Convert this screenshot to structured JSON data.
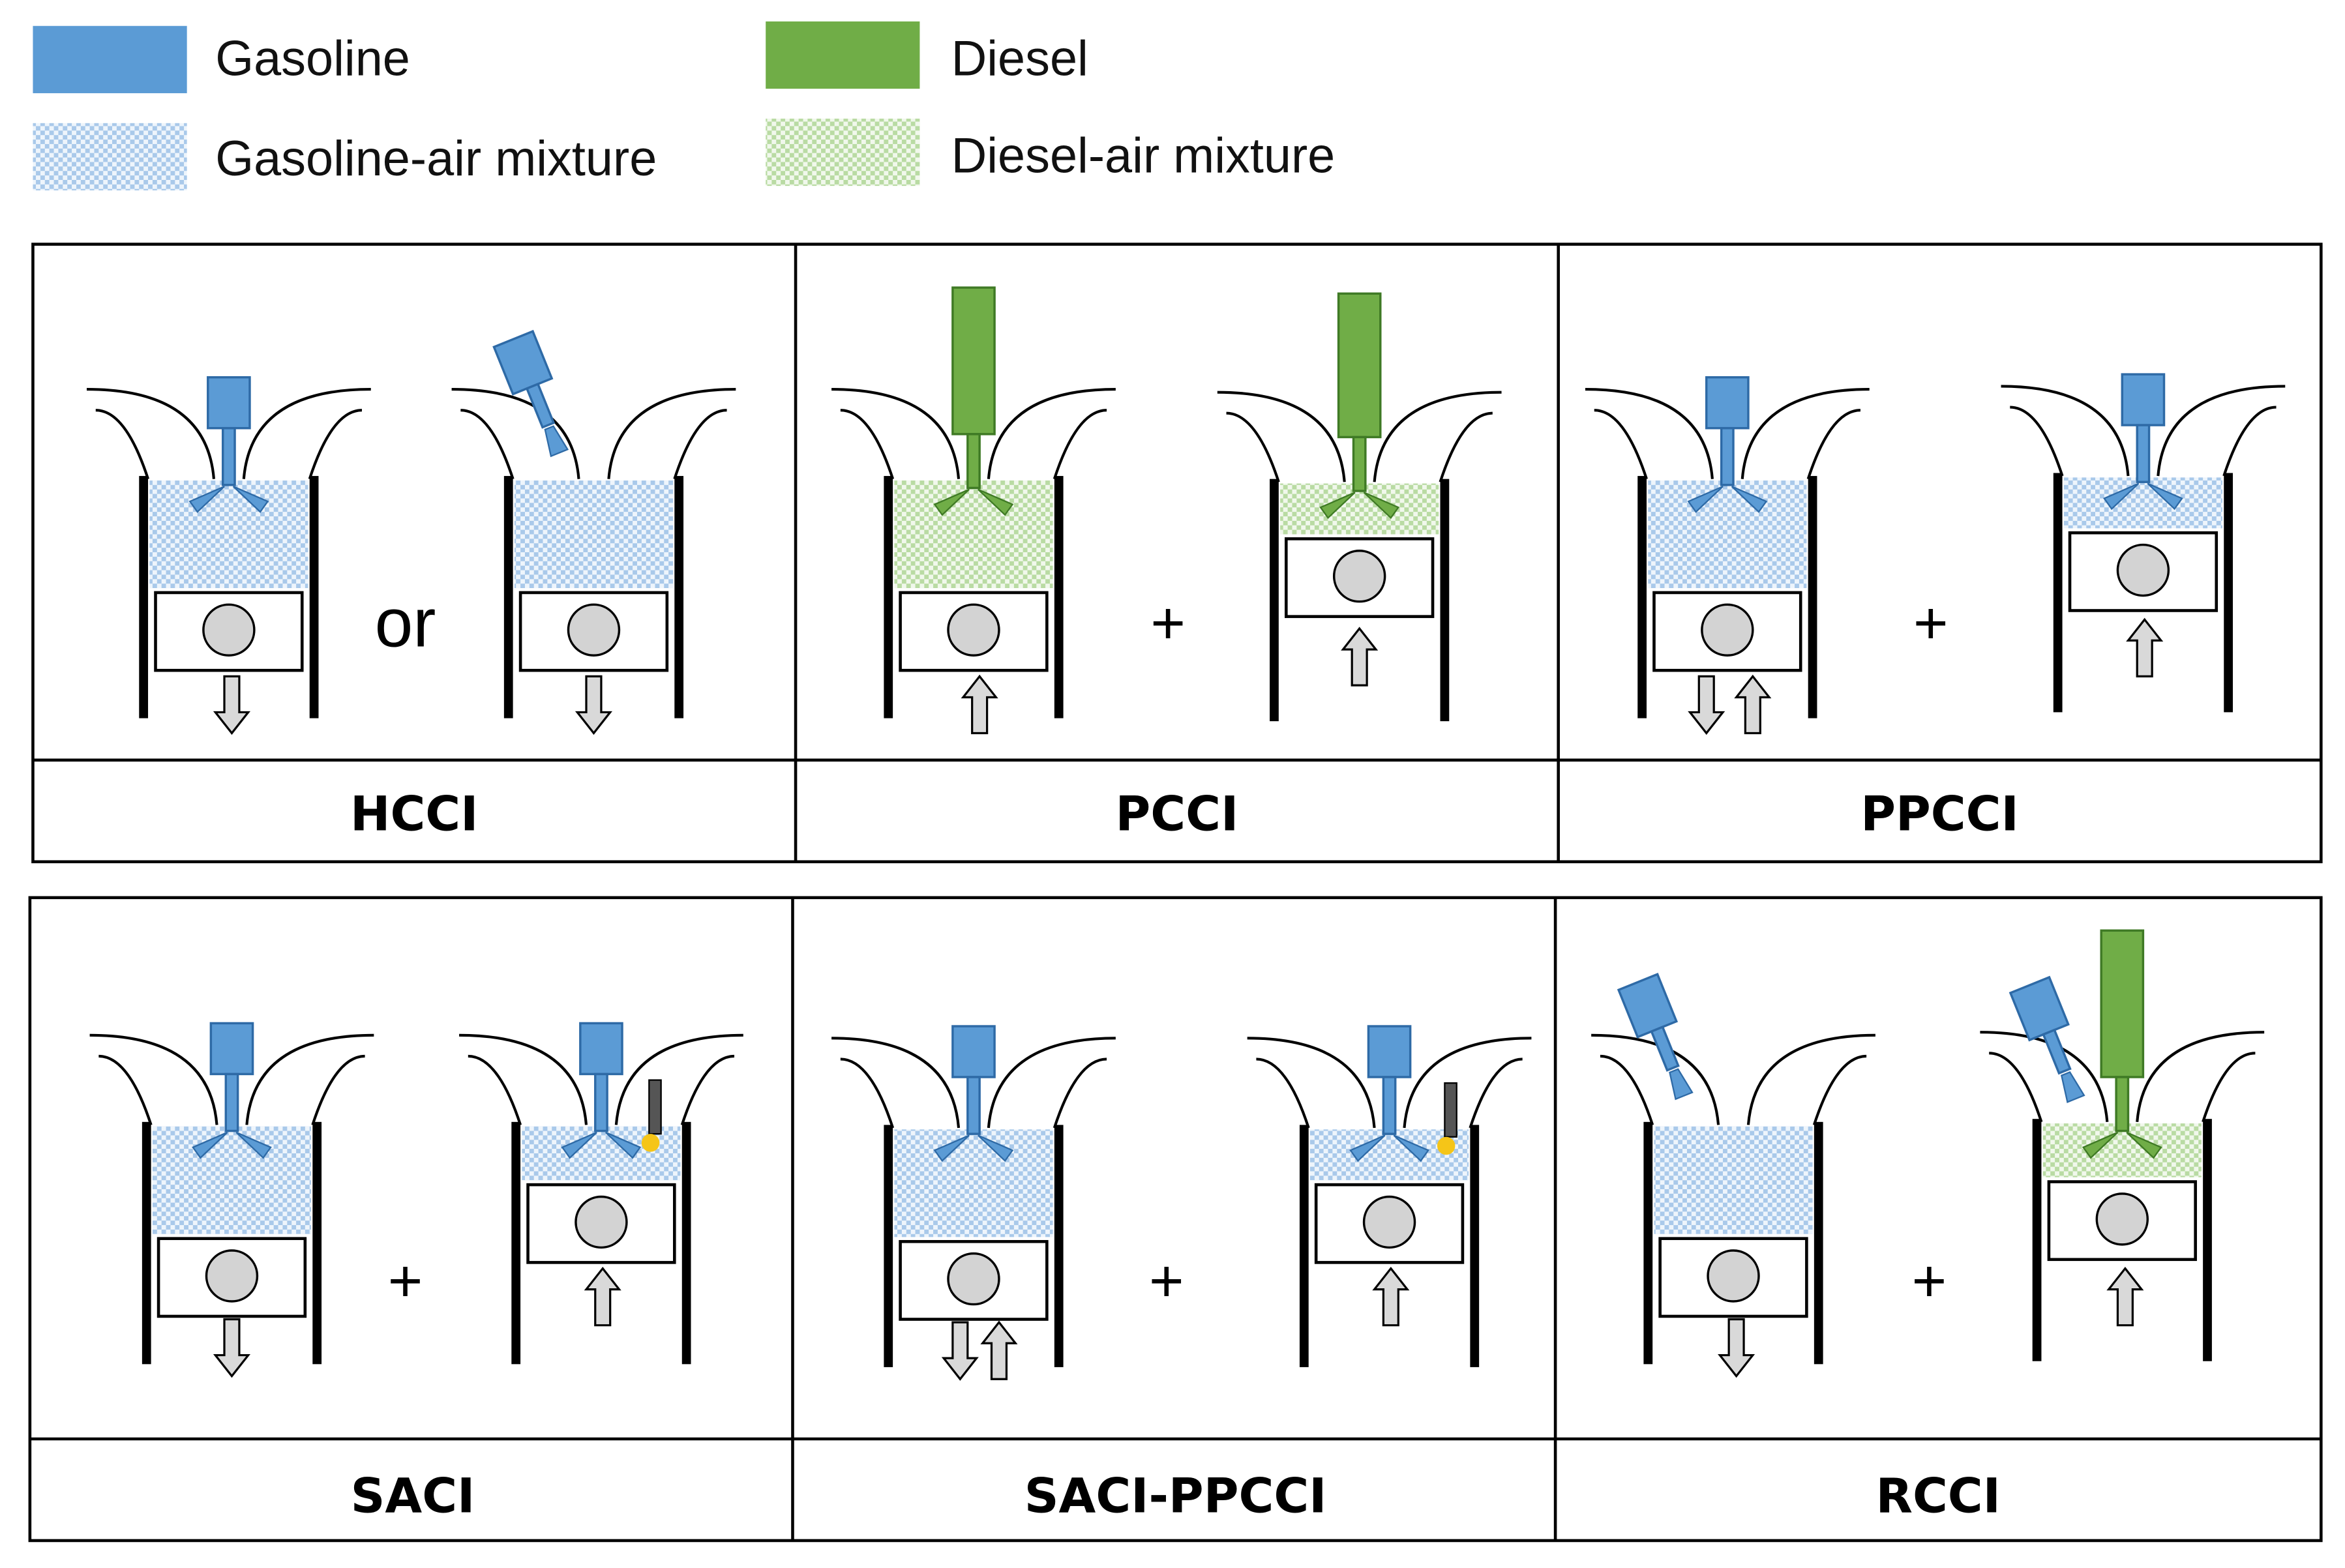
{
  "legend": {
    "gasoline": "Gasoline",
    "gasoline_air": "Gasoline-air mixture",
    "diesel": "Diesel",
    "diesel_air": "Diesel-air mixture"
  },
  "colors": {
    "gasoline": "#5b9bd5",
    "gasoline_dark": "#2e6aa6",
    "diesel": "#70ad47",
    "diesel_dark": "#3f7a25",
    "arrow_fill": "#d9d9d9",
    "piston_pin": "#d3d3d3",
    "spark": "#f5c518"
  },
  "operators": {
    "or": "or",
    "plus": "+"
  },
  "modes": [
    "HCCI",
    "PCCI",
    "PPCCI",
    "SACI",
    "SACI-PPCCI",
    "RCCI"
  ]
}
